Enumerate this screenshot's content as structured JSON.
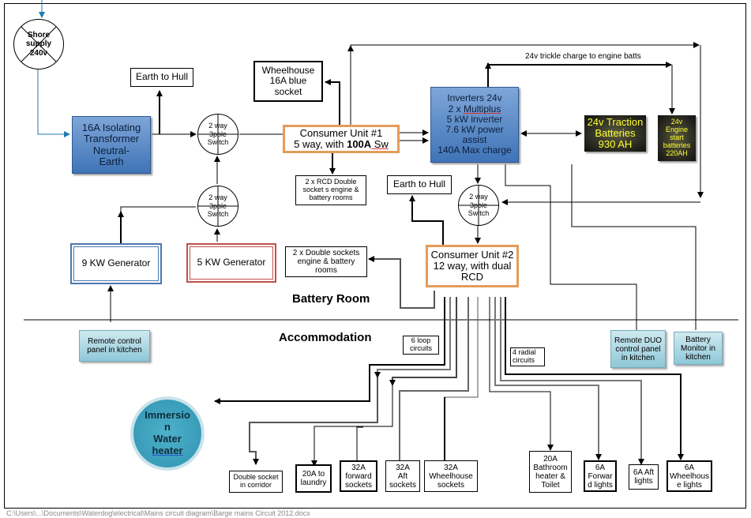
{
  "shore_supply": {
    "line1": "Shore",
    "line2": "supply",
    "line3": "240v"
  },
  "isolating_transformer": {
    "line1": "16A Isolating",
    "line2": "Transformer",
    "line3": "Neutral-",
    "line4": "Earth"
  },
  "earth_to_hull_1": "Earth to Hull",
  "earth_to_hull_2": "Earth to Hull",
  "switch_1": {
    "line1": "2 way",
    "line2": "3pole",
    "line3": "Switch"
  },
  "switch_2": {
    "line1": "2 way",
    "line2": "3pole",
    "line3": "Switch"
  },
  "switch_3": {
    "line1": "2 way",
    "line2": "3pole",
    "line3": "Switch"
  },
  "wheelhouse_blue_socket": {
    "line1": "Wheelhouse",
    "line2": "16A blue",
    "line3": "socket"
  },
  "consumer_unit_1": {
    "line1": "Consumer Unit #1",
    "line2a": "5 way, with ",
    "line2b": "100A",
    "line2c": " Sw"
  },
  "rcd_double_sockets": {
    "line1": "2 x RCD Double",
    "line2": "socket s engine &",
    "line3": "battery rooms"
  },
  "inverters": {
    "line1": "Inverters 24v",
    "line2a": "2 x ",
    "line2b": "Multiplus",
    "line3": "5 kW inverter",
    "line4": "7.6 kW power",
    "line5": "assist",
    "line6": "140A Max charge"
  },
  "trickle_charge_label": "24v trickle charge to engine batts",
  "traction_batteries": {
    "line1": "24v Traction",
    "line2": "Batteries",
    "line3": "930 AH"
  },
  "engine_start_batteries": {
    "line1": "24v",
    "line2": "Engine",
    "line3": "start",
    "line4": "batteries",
    "line5": "220AH"
  },
  "generator_9kw": "9 KW Generator",
  "generator_5kw": "5 KW Generator",
  "double_sockets_engine": {
    "line1": "2 x Double sockets",
    "line2": "engine & battery",
    "line3": "rooms"
  },
  "consumer_unit_2": {
    "line1": "Consumer Unit #2",
    "line2": "12 way, with dual",
    "line3": "RCD"
  },
  "zones": {
    "battery_room": "Battery Room",
    "accommodation": "Accommodation"
  },
  "remote_control_panel": {
    "line1": "Remote control",
    "line2": "panel in kitchen"
  },
  "remote_duo_panel": {
    "line1": "Remote DUO",
    "line2": "control panel",
    "line3": "in kitchen"
  },
  "battery_monitor": {
    "line1": "Battery",
    "line2": "Monitor in",
    "line3": "kitchen"
  },
  "loop_circuits_label": {
    "line1": "6 loop",
    "line2": "circuits"
  },
  "radial_circuits_label": {
    "line1": "4 radial",
    "line2": "circuits"
  },
  "immersion_heater": {
    "line1": "Immersio",
    "line2": "n",
    "line3": "Water",
    "line4": "heater"
  },
  "outputs": [
    {
      "line1": "Double socket",
      "line2": "in corridor"
    },
    {
      "line1": "20A to",
      "line2": "laundry"
    },
    {
      "line1": "32A",
      "line2": "forward",
      "line3": "sockets"
    },
    {
      "line1": "32A",
      "line2": "Aft",
      "line3": "sockets"
    },
    {
      "line1": "32A",
      "line2": "Wheelhouse",
      "line3": "sockets"
    },
    {
      "line1": "20A",
      "line2": "Bathroom",
      "line3": "heater &",
      "line4": "Toilet"
    },
    {
      "line1": "6A",
      "line2": "Forwar",
      "line3": "d lights"
    },
    {
      "line1": "6A Aft",
      "line2": "lights"
    },
    {
      "line1": "6A",
      "line2": "Wheelhous",
      "line3": "e lights"
    }
  ],
  "footer_path": "C:\\Users\\...\\Documents\\Waterdog\\electrical\\Mains circuit diagram\\Barge mains Circuit 2012.docx"
}
